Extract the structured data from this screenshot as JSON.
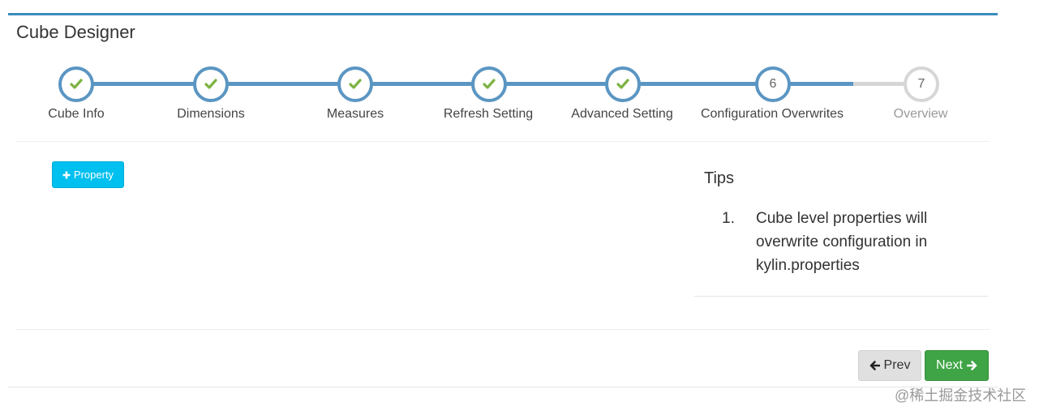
{
  "page": {
    "title": "Cube Designer"
  },
  "wizard": {
    "steps": [
      {
        "label": "Cube Info",
        "state": "done",
        "marker": "check"
      },
      {
        "label": "Dimensions",
        "state": "done",
        "marker": "check"
      },
      {
        "label": "Measures",
        "state": "done",
        "marker": "check"
      },
      {
        "label": "Refresh Setting",
        "state": "done",
        "marker": "check"
      },
      {
        "label": "Advanced Setting",
        "state": "done",
        "marker": "check"
      },
      {
        "label": "Configuration Overwrites",
        "state": "current",
        "number": "6"
      },
      {
        "label": "Overview",
        "state": "todo",
        "number": "7"
      }
    ],
    "colors": {
      "active": "#5b96c3",
      "inactive": "#d6d6d6",
      "check": "#7cb342"
    }
  },
  "toolbar": {
    "add_property_label": "Property",
    "add_property_icon": "plus-icon"
  },
  "tips": {
    "title": "Tips",
    "items": [
      {
        "number": "1.",
        "text": "Cube level properties will overwrite configuration in kylin.properties"
      }
    ]
  },
  "footer": {
    "prev_label": "Prev",
    "prev_icon": "arrow-left-icon",
    "next_label": "Next",
    "next_icon": "arrow-right-icon"
  },
  "watermark": "@稀土掘金技术社区"
}
